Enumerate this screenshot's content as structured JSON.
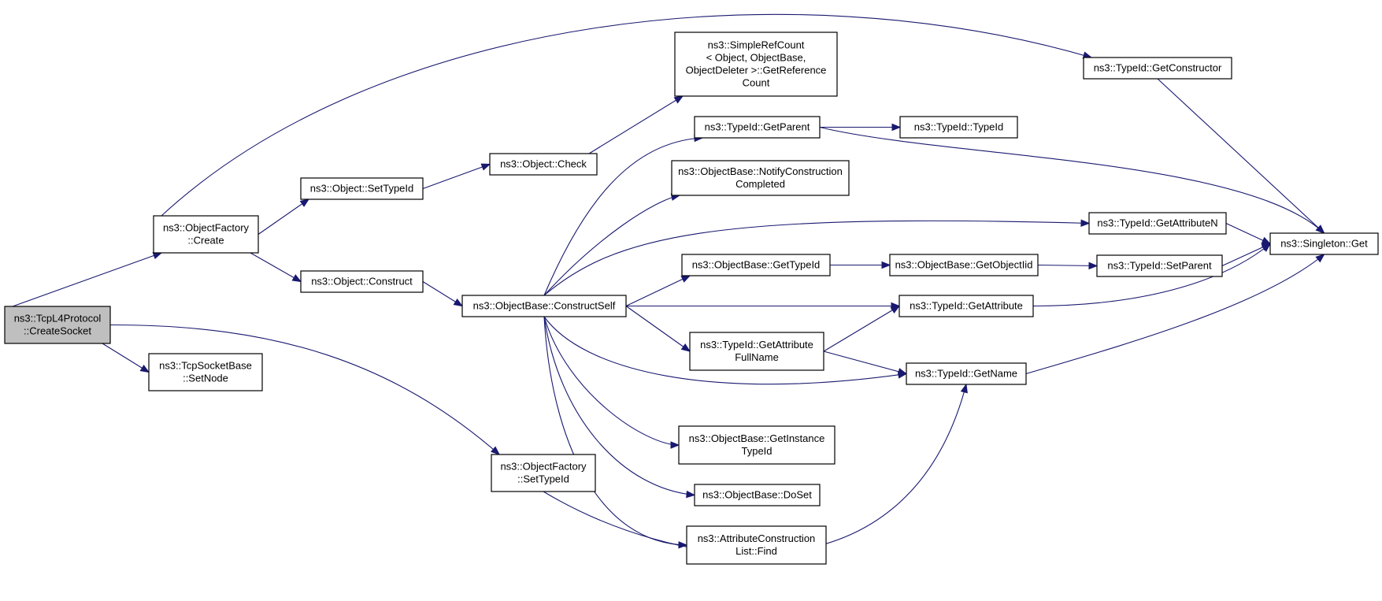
{
  "graph": {
    "nodes": [
      {
        "id": "tcp_createsocket",
        "lines": [
          "ns3::TcpL4Protocol",
          "::CreateSocket"
        ],
        "root": true
      },
      {
        "id": "objfactory_create",
        "lines": [
          "ns3::ObjectFactory",
          "::Create"
        ]
      },
      {
        "id": "tcpsocketbase_setnode",
        "lines": [
          "ns3::TcpSocketBase",
          "::SetNode"
        ]
      },
      {
        "id": "objfactory_settypeid",
        "lines": [
          "ns3::ObjectFactory",
          "::SetTypeId"
        ]
      },
      {
        "id": "object_settypeid",
        "lines": [
          "ns3::Object::SetTypeId"
        ]
      },
      {
        "id": "object_construct",
        "lines": [
          "ns3::Object::Construct"
        ]
      },
      {
        "id": "object_check",
        "lines": [
          "ns3::Object::Check"
        ]
      },
      {
        "id": "simplerefcount",
        "lines": [
          "ns3::SimpleRefCount",
          "< Object, ObjectBase,",
          "ObjectDeleter >::GetReference",
          "Count"
        ]
      },
      {
        "id": "objectbase_constructself",
        "lines": [
          "ns3::ObjectBase::ConstructSelf"
        ]
      },
      {
        "id": "typeid_getparent",
        "lines": [
          "ns3::TypeId::GetParent"
        ]
      },
      {
        "id": "objectbase_notify",
        "lines": [
          "ns3::ObjectBase::NotifyConstruction",
          "Completed"
        ]
      },
      {
        "id": "objectbase_gettypeid",
        "lines": [
          "ns3::ObjectBase::GetTypeId"
        ]
      },
      {
        "id": "typeid_getattributefullname",
        "lines": [
          "ns3::TypeId::GetAttribute",
          "FullName"
        ]
      },
      {
        "id": "objectbase_getinstancetypeid",
        "lines": [
          "ns3::ObjectBase::GetInstance",
          "TypeId"
        ]
      },
      {
        "id": "objectbase_doset",
        "lines": [
          "ns3::ObjectBase::DoSet"
        ]
      },
      {
        "id": "attrconstructionlist_find",
        "lines": [
          "ns3::AttributeConstruction",
          "List::Find"
        ]
      },
      {
        "id": "typeid_getconstructor",
        "lines": [
          "ns3::TypeId::GetConstructor"
        ]
      },
      {
        "id": "typeid_typeid",
        "lines": [
          "ns3::TypeId::TypeId"
        ]
      },
      {
        "id": "typeid_getattributen",
        "lines": [
          "ns3::TypeId::GetAttributeN"
        ]
      },
      {
        "id": "objectbase_getobjectiid",
        "lines": [
          "ns3::ObjectBase::GetObjectIid"
        ]
      },
      {
        "id": "typeid_getattribute",
        "lines": [
          "ns3::TypeId::GetAttribute"
        ]
      },
      {
        "id": "typeid_getname",
        "lines": [
          "ns3::TypeId::GetName"
        ]
      },
      {
        "id": "typeid_setparent",
        "lines": [
          "ns3::TypeId::SetParent"
        ]
      },
      {
        "id": "singleton_get",
        "lines": [
          "ns3::Singleton::Get"
        ]
      }
    ],
    "edges": [
      {
        "from": "tcp_createsocket",
        "to": "objfactory_create"
      },
      {
        "from": "tcp_createsocket",
        "to": "tcpsocketbase_setnode"
      },
      {
        "from": "tcp_createsocket",
        "to": "objfactory_settypeid"
      },
      {
        "from": "objfactory_create",
        "to": "typeid_getconstructor"
      },
      {
        "from": "objfactory_create",
        "to": "object_settypeid"
      },
      {
        "from": "objfactory_create",
        "to": "object_construct"
      },
      {
        "from": "object_settypeid",
        "to": "object_check"
      },
      {
        "from": "object_check",
        "to": "simplerefcount"
      },
      {
        "from": "object_construct",
        "to": "objectbase_constructself"
      },
      {
        "from": "objectbase_constructself",
        "to": "typeid_getparent"
      },
      {
        "from": "objectbase_constructself",
        "to": "objectbase_notify"
      },
      {
        "from": "objectbase_constructself",
        "to": "typeid_getattributen"
      },
      {
        "from": "objectbase_constructself",
        "to": "objectbase_gettypeid"
      },
      {
        "from": "objectbase_constructself",
        "to": "typeid_getattribute"
      },
      {
        "from": "objectbase_constructself",
        "to": "typeid_getattributefullname"
      },
      {
        "from": "objectbase_constructself",
        "to": "typeid_getname"
      },
      {
        "from": "objectbase_constructself",
        "to": "objectbase_getinstancetypeid"
      },
      {
        "from": "objectbase_constructself",
        "to": "objectbase_doset"
      },
      {
        "from": "objectbase_constructself",
        "to": "attrconstructionlist_find"
      },
      {
        "from": "typeid_getparent",
        "to": "typeid_typeid"
      },
      {
        "from": "typeid_getparent",
        "to": "singleton_get"
      },
      {
        "from": "typeid_getconstructor",
        "to": "singleton_get"
      },
      {
        "from": "typeid_getattributen",
        "to": "singleton_get"
      },
      {
        "from": "objectbase_gettypeid",
        "to": "objectbase_getobjectiid"
      },
      {
        "from": "objectbase_getobjectiid",
        "to": "typeid_setparent"
      },
      {
        "from": "typeid_setparent",
        "to": "singleton_get"
      },
      {
        "from": "typeid_getattribute",
        "to": "singleton_get"
      },
      {
        "from": "typeid_getattributefullname",
        "to": "typeid_getattribute"
      },
      {
        "from": "typeid_getattributefullname",
        "to": "typeid_getname"
      },
      {
        "from": "typeid_getname",
        "to": "singleton_get"
      },
      {
        "from": "objfactory_settypeid",
        "to": "typeid_getname"
      }
    ],
    "colors": {
      "edge": "#191970",
      "root_fill": "#bfbfbf",
      "node_fill": "#ffffff",
      "node_stroke": "#000000"
    }
  }
}
